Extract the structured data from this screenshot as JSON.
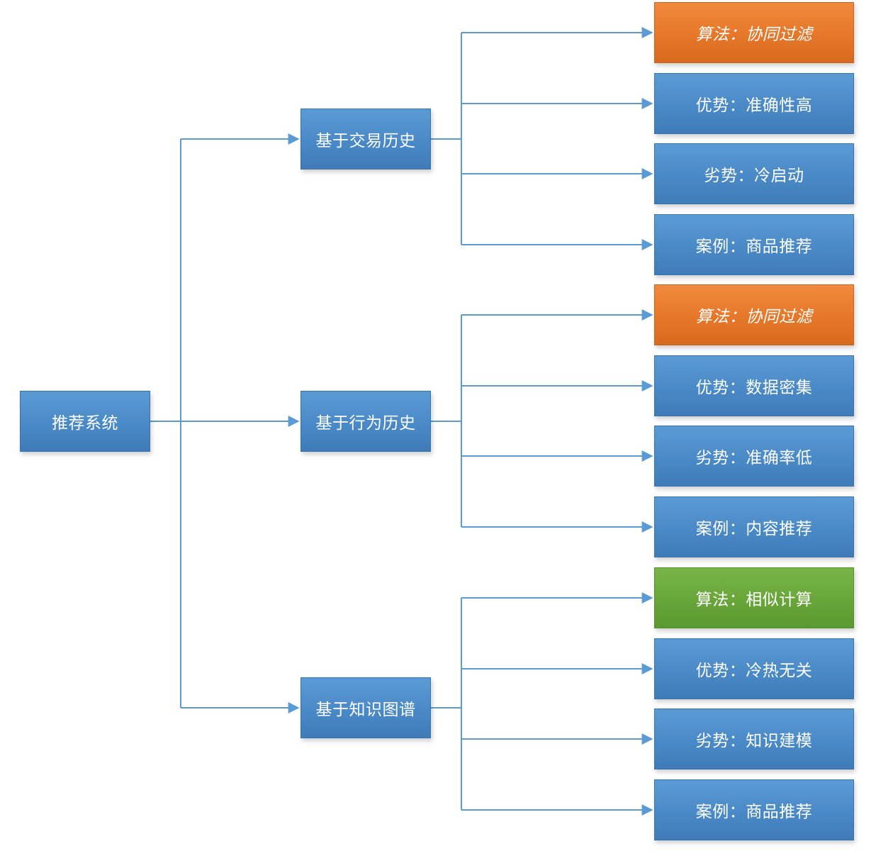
{
  "colors": {
    "connector": "#5b9bd5",
    "node_blue": "#4a89c7",
    "node_orange": "#e5772a",
    "node_green": "#68a63a"
  },
  "root": {
    "label": "推荐系统"
  },
  "categories": [
    {
      "label": "基于交易历史",
      "leaves": [
        {
          "label": "算法：协同过滤",
          "color": "orange"
        },
        {
          "label": "优势：准确性高",
          "color": "blue"
        },
        {
          "label": "劣势：冷启动",
          "color": "blue"
        },
        {
          "label": "案例：商品推荐",
          "color": "blue"
        }
      ]
    },
    {
      "label": "基于行为历史",
      "leaves": [
        {
          "label": "算法：协同过滤",
          "color": "orange"
        },
        {
          "label": "优势：数据密集",
          "color": "blue"
        },
        {
          "label": "劣势：准确率低",
          "color": "blue"
        },
        {
          "label": "案例：内容推荐",
          "color": "blue"
        }
      ]
    },
    {
      "label": "基于知识图谱",
      "leaves": [
        {
          "label": "算法：相似计算",
          "color": "green"
        },
        {
          "label": "优势：冷热无关",
          "color": "blue"
        },
        {
          "label": "劣势：知识建模",
          "color": "blue"
        },
        {
          "label": "案例：商品推荐",
          "color": "blue"
        }
      ]
    }
  ]
}
